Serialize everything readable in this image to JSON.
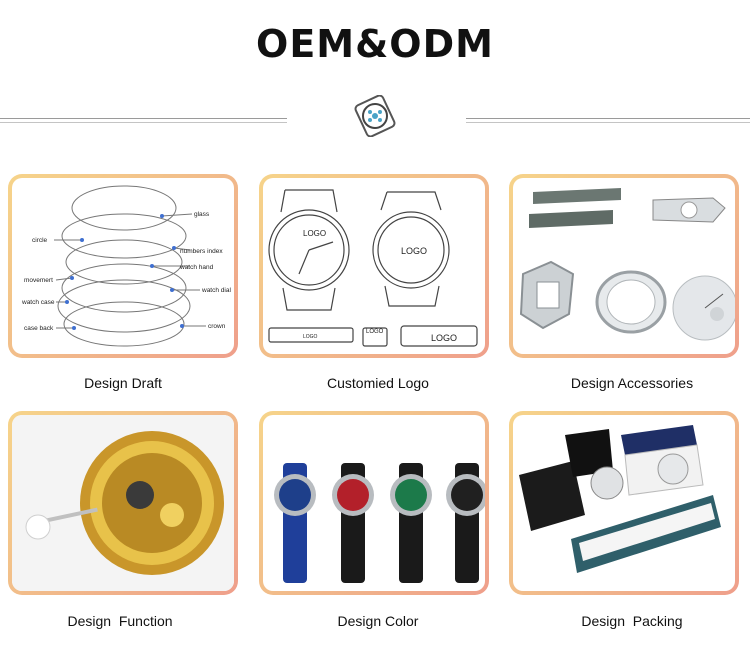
{
  "header": {
    "title": "OEM&ODM"
  },
  "divider": {
    "icon": "watch-icon"
  },
  "cards": [
    {
      "caption": "Design Draft",
      "labels": {
        "glass": "glass",
        "circle": "circle",
        "numbers_index": "numbers index",
        "watch_hand": "watch hand",
        "movement": "movemert",
        "watch_dial": "watch dial",
        "watch_case": "watch case",
        "case_back": "case back",
        "crown": "crown"
      }
    },
    {
      "caption": "Customied Logo",
      "labels": {
        "logo1": "LOGO",
        "logo2": "LOGO",
        "logo3": "LOGO",
        "logo4": "LOGO",
        "logo5": "LOGO"
      }
    },
    {
      "caption": "Design Accessories",
      "labels": {
        "dial_brand": ""
      }
    },
    {
      "caption": "Design  Function"
    },
    {
      "caption": "Design Color"
    },
    {
      "caption": "Design  Packing",
      "labels": {
        "box_brand": ""
      }
    }
  ],
  "colors": {
    "card_border_top": "#f6d48a",
    "card_border_bottom": "#ef9f8b",
    "gold": "#e0b43a",
    "blue_strap": "#1f3f9a",
    "red_dial": "#b3202a",
    "green_dial": "#1c7a4a",
    "box_teal": "#2f5f6a",
    "box_navy": "#1f2f66"
  }
}
